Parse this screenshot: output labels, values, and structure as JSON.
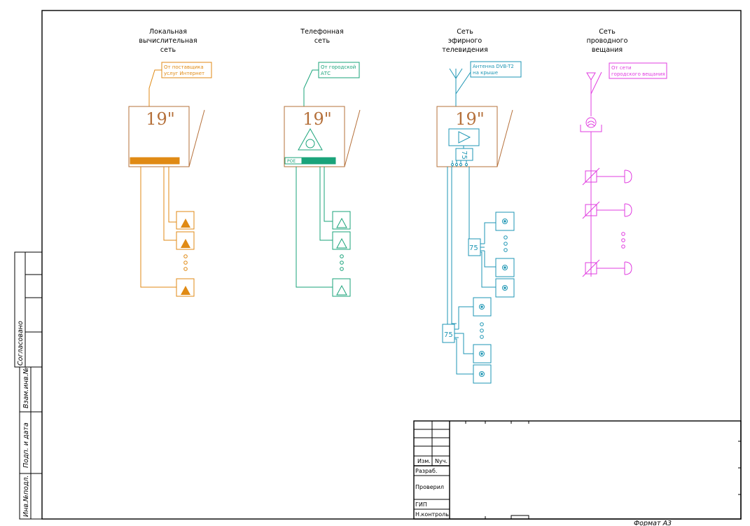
{
  "colors": {
    "lan": "#e08a14",
    "tel": "#1aa37a",
    "tv": "#1e96b4",
    "radio": "#e13ce0",
    "frame": "#000000",
    "rack": "#b5703a"
  },
  "sections": {
    "lan": {
      "title": [
        "Локальная",
        "вычислительная",
        "сеть"
      ],
      "note": [
        "От поставщика",
        "услуг Интернет"
      ],
      "rack": "19\""
    },
    "tel": {
      "title": [
        "Телефонная",
        "сеть"
      ],
      "note": [
        "От городской",
        "АТС"
      ],
      "rack": "19\"",
      "poe": "POE"
    },
    "tv": {
      "title": [
        "Сеть",
        "эфирного",
        "телевидения"
      ],
      "note": [
        "Антенна DVB-T2",
        "на крыше"
      ],
      "rack": "19\"",
      "splitter": "75"
    },
    "radio": {
      "title": [
        "Сеть",
        "проводного",
        "вещания"
      ],
      "note": [
        "От сети",
        "городского вещания"
      ]
    }
  },
  "side_stamp": {
    "agreed": "Согласовано",
    "inv_replace": "Взам.инв.№",
    "sign_date": "Подп. и дата",
    "inv_orig": "Инв.№подл."
  },
  "title_block": {
    "izm": "Изм.",
    "nuch": "Nуч.",
    "razrab": "Разраб.",
    "proveril": "Проверил",
    "gip": "ГИП",
    "nkontrol": "Н.контроль"
  },
  "format": "Формат А3"
}
